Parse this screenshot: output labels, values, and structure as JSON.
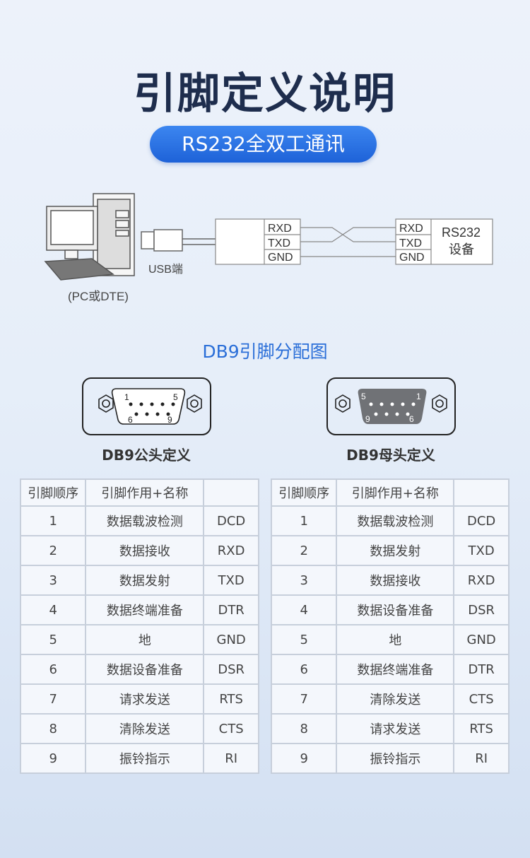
{
  "title": "引脚定义说明",
  "subtitle": "RS232全双工通讯",
  "diagram": {
    "usb_label": "USB端",
    "pc_label": "(PC或DTE)",
    "left_pins": [
      "RXD",
      "TXD",
      "GND"
    ],
    "right_pins": [
      "RXD",
      "TXD",
      "GND"
    ],
    "device_label_1": "RS232",
    "device_label_2": "设备"
  },
  "db9_heading": "DB9引脚分配图",
  "male": {
    "label": "DB9公头定义",
    "pin_labels": [
      "1",
      "5",
      "6",
      "9"
    ]
  },
  "female": {
    "label": "DB9母头定义",
    "pin_labels": [
      "5",
      "1",
      "9",
      "6"
    ]
  },
  "table_headers": [
    "引脚顺序",
    "引脚作用+名称",
    ""
  ],
  "male_table": [
    [
      "1",
      "数据载波检测",
      "DCD"
    ],
    [
      "2",
      "数据接收",
      "RXD"
    ],
    [
      "3",
      "数据发射",
      "TXD"
    ],
    [
      "4",
      "数据终端准备",
      "DTR"
    ],
    [
      "5",
      "地",
      "GND"
    ],
    [
      "6",
      "数据设备准备",
      "DSR"
    ],
    [
      "7",
      "请求发送",
      "RTS"
    ],
    [
      "8",
      "清除发送",
      "CTS"
    ],
    [
      "9",
      "振铃指示",
      "RI"
    ]
  ],
  "female_table": [
    [
      "1",
      "数据载波检测",
      "DCD"
    ],
    [
      "2",
      "数据发射",
      "TXD"
    ],
    [
      "3",
      "数据接收",
      "RXD"
    ],
    [
      "4",
      "数据设备准备",
      "DSR"
    ],
    [
      "5",
      "地",
      "GND"
    ],
    [
      "6",
      "数据终端准备",
      "DTR"
    ],
    [
      "7",
      "清除发送",
      "CTS"
    ],
    [
      "8",
      "请求发送",
      "RTS"
    ],
    [
      "9",
      "振铃指示",
      "RI"
    ]
  ]
}
